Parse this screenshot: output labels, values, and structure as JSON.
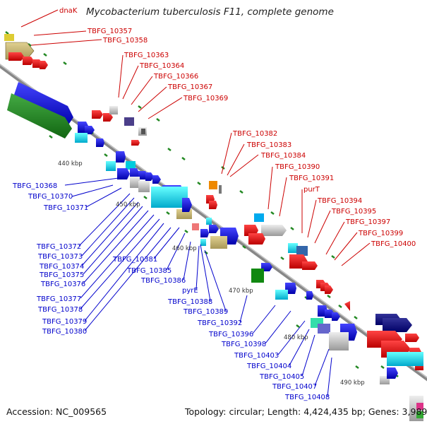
{
  "title": "Mycobacterium tuberculosis F11, complete genome",
  "footer": {
    "accession": "Accession: NC_009565",
    "topology": "Topology: circular; Length: 4,424,435 bp; Genes: 3,989"
  },
  "scale_labels": [
    "440 kbp",
    "450 kbp",
    "460 kbp",
    "470 kbp",
    "480 kbp",
    "490 kbp"
  ],
  "colors": {
    "top_strand_labels": "#cc0000",
    "bottom_strand_labels": "#0000cc",
    "backbone": "#888888",
    "scale_ticks": "#228822"
  },
  "genes_top": [
    {
      "label": "dnaK"
    },
    {
      "label": "TBFG_10357"
    },
    {
      "label": "TBFG_10358"
    },
    {
      "label": "TBFG_10363"
    },
    {
      "label": "TBFG_10364"
    },
    {
      "label": "TBFG_10366"
    },
    {
      "label": "TBFG_10367"
    },
    {
      "label": "TBFG_10369"
    },
    {
      "label": "TBFG_10382"
    },
    {
      "label": "TBFG_10383"
    },
    {
      "label": "TBFG_10384"
    },
    {
      "label": "TBFG_10390"
    },
    {
      "label": "TBFG_10391"
    },
    {
      "label": "purT"
    },
    {
      "label": "TBFG_10394"
    },
    {
      "label": "TBFG_10395"
    },
    {
      "label": "TBFG_10397"
    },
    {
      "label": "TBFG_10399"
    },
    {
      "label": "TBFG_10400"
    }
  ],
  "genes_bottom": [
    {
      "label": "TBFG_10368"
    },
    {
      "label": "TBFG_10370"
    },
    {
      "label": "TBFG_10371"
    },
    {
      "label": "TBFG_10372"
    },
    {
      "label": "TBFG_10373"
    },
    {
      "label": "TBFG_10374"
    },
    {
      "label": "TBFG_10375"
    },
    {
      "label": "TBFG_10376"
    },
    {
      "label": "TBFG_10377"
    },
    {
      "label": "TBFG_10378"
    },
    {
      "label": "TBFG_10379"
    },
    {
      "label": "TBFG_10380"
    },
    {
      "label": "TBFG_10381"
    },
    {
      "label": "TBFG_10385"
    },
    {
      "label": "TBFG_10386"
    },
    {
      "label": "pyrE"
    },
    {
      "label": "TBFG_10388"
    },
    {
      "label": "TBFG_10389"
    },
    {
      "label": "TBFG_10392"
    },
    {
      "label": "TBFG_10396"
    },
    {
      "label": "TBFG_10398"
    },
    {
      "label": "TBFG_10403"
    },
    {
      "label": "TBFG_10404"
    },
    {
      "label": "TBFG_10405"
    },
    {
      "label": "TBFG_10407"
    },
    {
      "label": "TBFG_10408"
    }
  ]
}
